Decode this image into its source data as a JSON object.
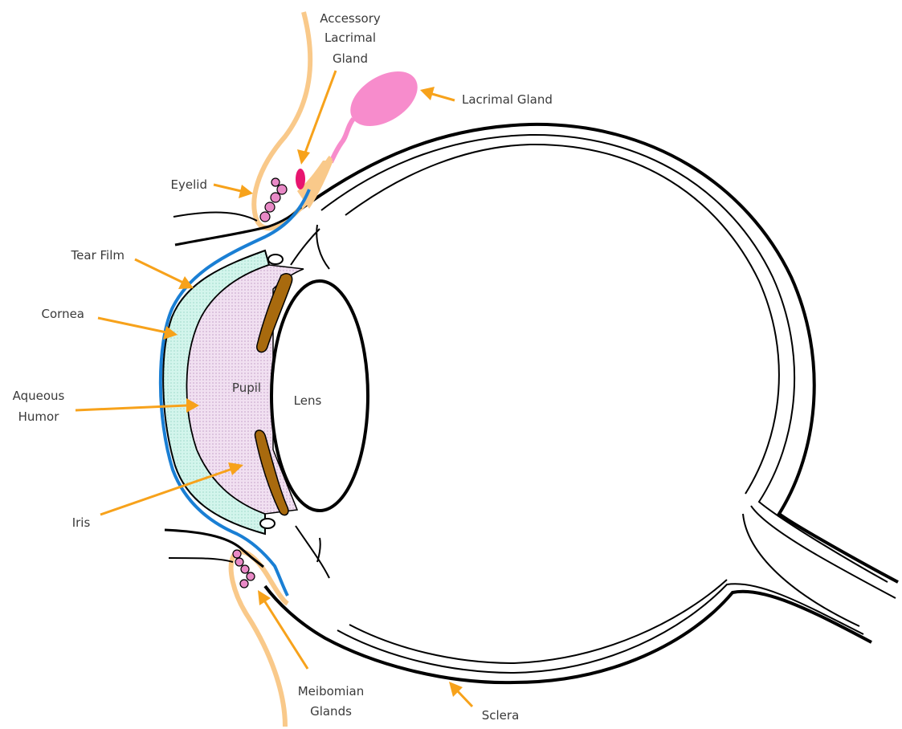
{
  "labels": {
    "accessory_lacrimal_gland": [
      "Accessory",
      "Lacrimal",
      "Gland"
    ],
    "lacrimal_gland": "Lacrimal Gland",
    "eyelid": "Eyelid",
    "tear_film": "Tear Film",
    "cornea": "Cornea",
    "aqueous_humor": [
      "Aqueous",
      "Humor"
    ],
    "iris": "Iris",
    "pupil": "Pupil",
    "lens": "Lens",
    "meibomian_glands": [
      "Meibomian",
      "Glands"
    ],
    "sclera": "Sclera"
  },
  "colors": {
    "arrow": "#f7a21b",
    "eyelid_skin": "#f9c98a",
    "lacrimal_gland": "#f78ccc",
    "accessory_gland": "#e8156f",
    "meibomian_glands": "#e889c6",
    "tear_film": "#1a7fd4",
    "cornea": "#d3f5ec",
    "aqueous_humor": "#eed8ee",
    "iris": "#a86a0e",
    "outline": "#000000"
  }
}
